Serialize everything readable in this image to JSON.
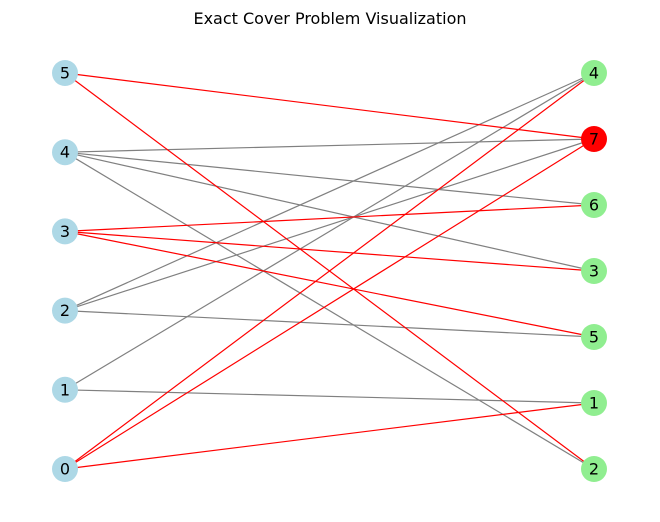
{
  "title": "Exact Cover Problem Visualization",
  "colors": {
    "left_node": "#add8e6",
    "right_node": "#90ee90",
    "highlight_node": "#ff0000",
    "edge_default": "#808080",
    "edge_highlight": "#ff0000"
  },
  "left_nodes": [
    "5",
    "4",
    "3",
    "2",
    "1",
    "0"
  ],
  "right_nodes": [
    "4",
    "7",
    "6",
    "3",
    "5",
    "1",
    "2"
  ],
  "highlighted_right_nodes": [
    "7"
  ],
  "edges": [
    {
      "from": "5",
      "to": "7",
      "highlight": true
    },
    {
      "from": "5",
      "to": "2",
      "highlight": true
    },
    {
      "from": "4",
      "to": "7",
      "highlight": false
    },
    {
      "from": "4",
      "to": "6",
      "highlight": false
    },
    {
      "from": "4",
      "to": "3",
      "highlight": false
    },
    {
      "from": "4",
      "to": "2",
      "highlight": false
    },
    {
      "from": "3",
      "to": "6",
      "highlight": true
    },
    {
      "from": "3",
      "to": "3",
      "highlight": true
    },
    {
      "from": "3",
      "to": "5",
      "highlight": true
    },
    {
      "from": "2",
      "to": "4",
      "highlight": false
    },
    {
      "from": "2",
      "to": "7",
      "highlight": false
    },
    {
      "from": "2",
      "to": "5",
      "highlight": false
    },
    {
      "from": "1",
      "to": "4",
      "highlight": false
    },
    {
      "from": "1",
      "to": "1",
      "highlight": false
    },
    {
      "from": "0",
      "to": "4",
      "highlight": true
    },
    {
      "from": "0",
      "to": "7",
      "highlight": true
    },
    {
      "from": "0",
      "to": "1",
      "highlight": true
    }
  ]
}
